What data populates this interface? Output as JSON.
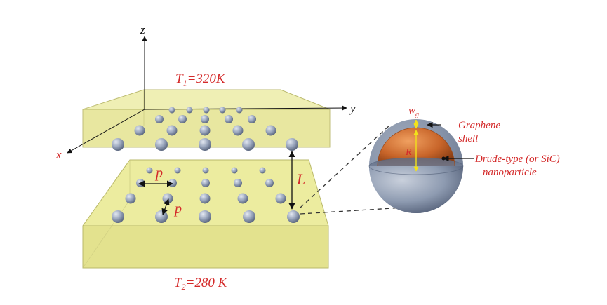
{
  "labels": {
    "z_axis": "z",
    "y_axis": "y",
    "x_axis": "x",
    "t1_prefix": "T",
    "t1_sub": "1",
    "t1_suffix": "=320K",
    "t2_prefix": "T",
    "t2_sub": "2",
    "t2_suffix": "=280 K",
    "gap": "L",
    "period_h": "p",
    "period_d": "p",
    "shell_prefix": "w",
    "shell_sub": "g",
    "radius": "R",
    "graphene_line1": "Graphene",
    "graphene_line2": "shell",
    "np_line1": "Drude-type (or SiC)",
    "np_line2": "nanoparticle"
  },
  "colors": {
    "slab_fill": "#e8e79a",
    "slab_edge": "#b9b86a",
    "particle": "#9aa6bd",
    "shell": "#8e9bb1",
    "core": "#c8652a",
    "label_red": "#d42a2a",
    "dim_yellow": "#f2e21a"
  },
  "icons": {
    "particle": "sphere",
    "arrow": "arrowhead"
  }
}
